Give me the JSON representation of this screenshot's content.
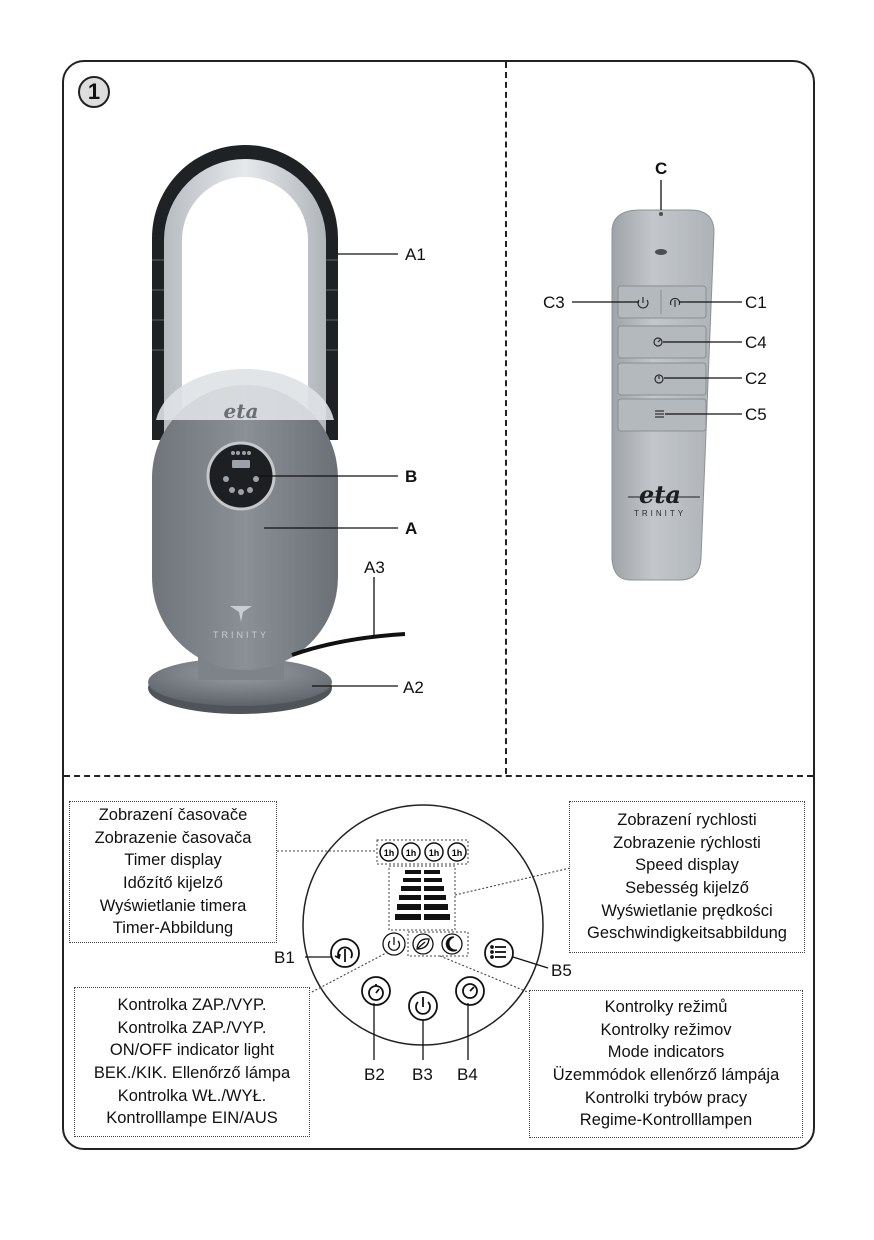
{
  "figure_number": "1",
  "labels": {
    "A": "A",
    "A1": "A1",
    "A2": "A2",
    "A3": "A3",
    "B": "B",
    "C": "C",
    "C1": "C1",
    "C2": "C2",
    "C3": "C3",
    "C4": "C4",
    "C5": "C5",
    "B1": "B1",
    "B2": "B2",
    "B3": "B3",
    "B4": "B4",
    "B5": "B5"
  },
  "brand": {
    "logo": "eta",
    "product": "TRINITY"
  },
  "timer_display_text": [
    "Zobrazení časovače",
    "Zobrazenie časovača",
    "Timer display",
    "Időzítő kijelző",
    "Wyświetlanie timera",
    "Timer-Abbildung"
  ],
  "speed_display_text": [
    "Zobrazení rychlosti",
    "Zobrazenie rýchlosti",
    "Speed display",
    "Sebesség kijelző",
    "Wyświetlanie prędkości",
    "Geschwindigkeitsabbildung"
  ],
  "onoff_indicator_text": [
    "Kontrolka ZAP./VYP.",
    "Kontrolka ZAP./VYP.",
    "ON/OFF indicator light",
    "BEK./KIK. Ellenőrző lámpa",
    "Kontrolka WŁ./WYŁ.",
    "Kontrolllampe EIN/AUS"
  ],
  "mode_indicator_text": [
    "Kontrolky režimů",
    "Kontrolky režimov",
    "Mode indicators",
    "Üzemmódok ellenőrző lámpája",
    "Kontrolki trybów pracy",
    "Regime-Kontrolllampen"
  ],
  "timer_icons": [
    "1h",
    "1h",
    "1h",
    "1h"
  ],
  "icons": {
    "power": "power-icon",
    "oscillation": "oscillation-icon",
    "timer": "timer-icon",
    "speed": "speed-icon",
    "mode": "mode-list-icon",
    "natural": "leaf-icon",
    "sleep": "moon-icon"
  }
}
